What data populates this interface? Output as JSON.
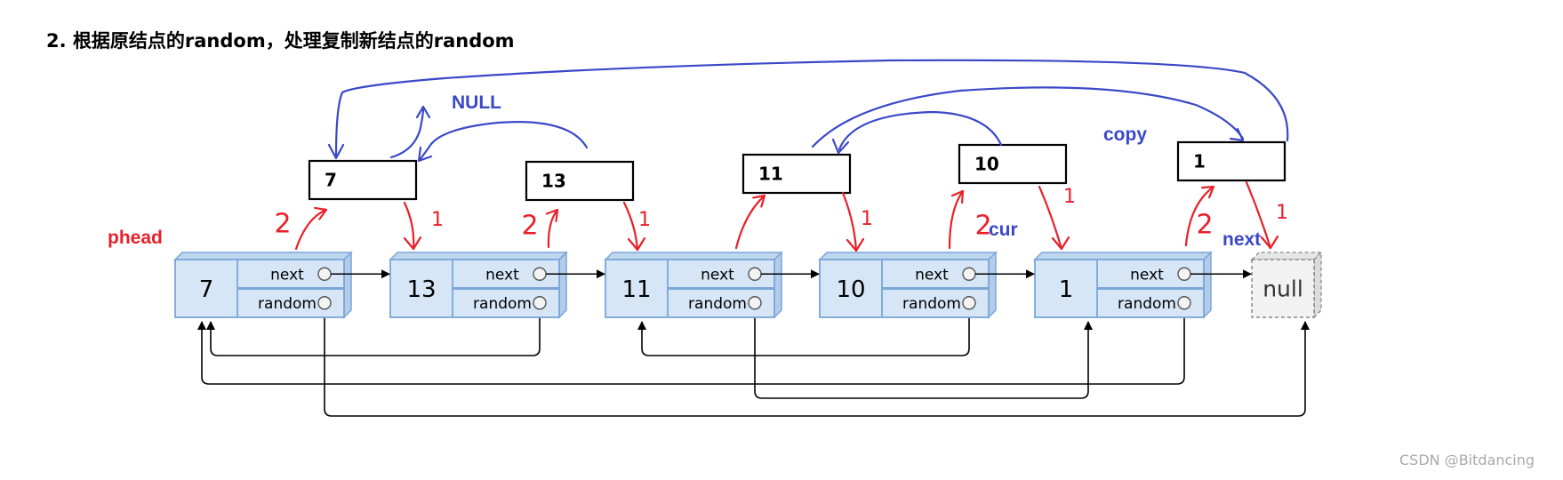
{
  "title": "2. 根据原结点的random，处理复制新结点的random",
  "labels": {
    "phead": "phead",
    "null_upper": "NULL",
    "copy": "copy",
    "cur": "cur",
    "next": "next"
  },
  "field_labels": {
    "next": "next",
    "random": "random"
  },
  "nodes": [
    "7",
    "13",
    "11",
    "10",
    "1"
  ],
  "null_node": "null",
  "copy_nodes": [
    "7",
    "13",
    "11",
    "10",
    "1"
  ],
  "step_marks": [
    "2",
    "1",
    "2",
    "1",
    "2",
    "1",
    "2",
    "1",
    "2",
    "1"
  ],
  "colors": {
    "red": "#e8202a",
    "blue": "#3a48c8",
    "node_fill": "#d6e6f7",
    "node_stroke": "#7aa6d8"
  },
  "watermark": "CSDN @Bitdancing"
}
